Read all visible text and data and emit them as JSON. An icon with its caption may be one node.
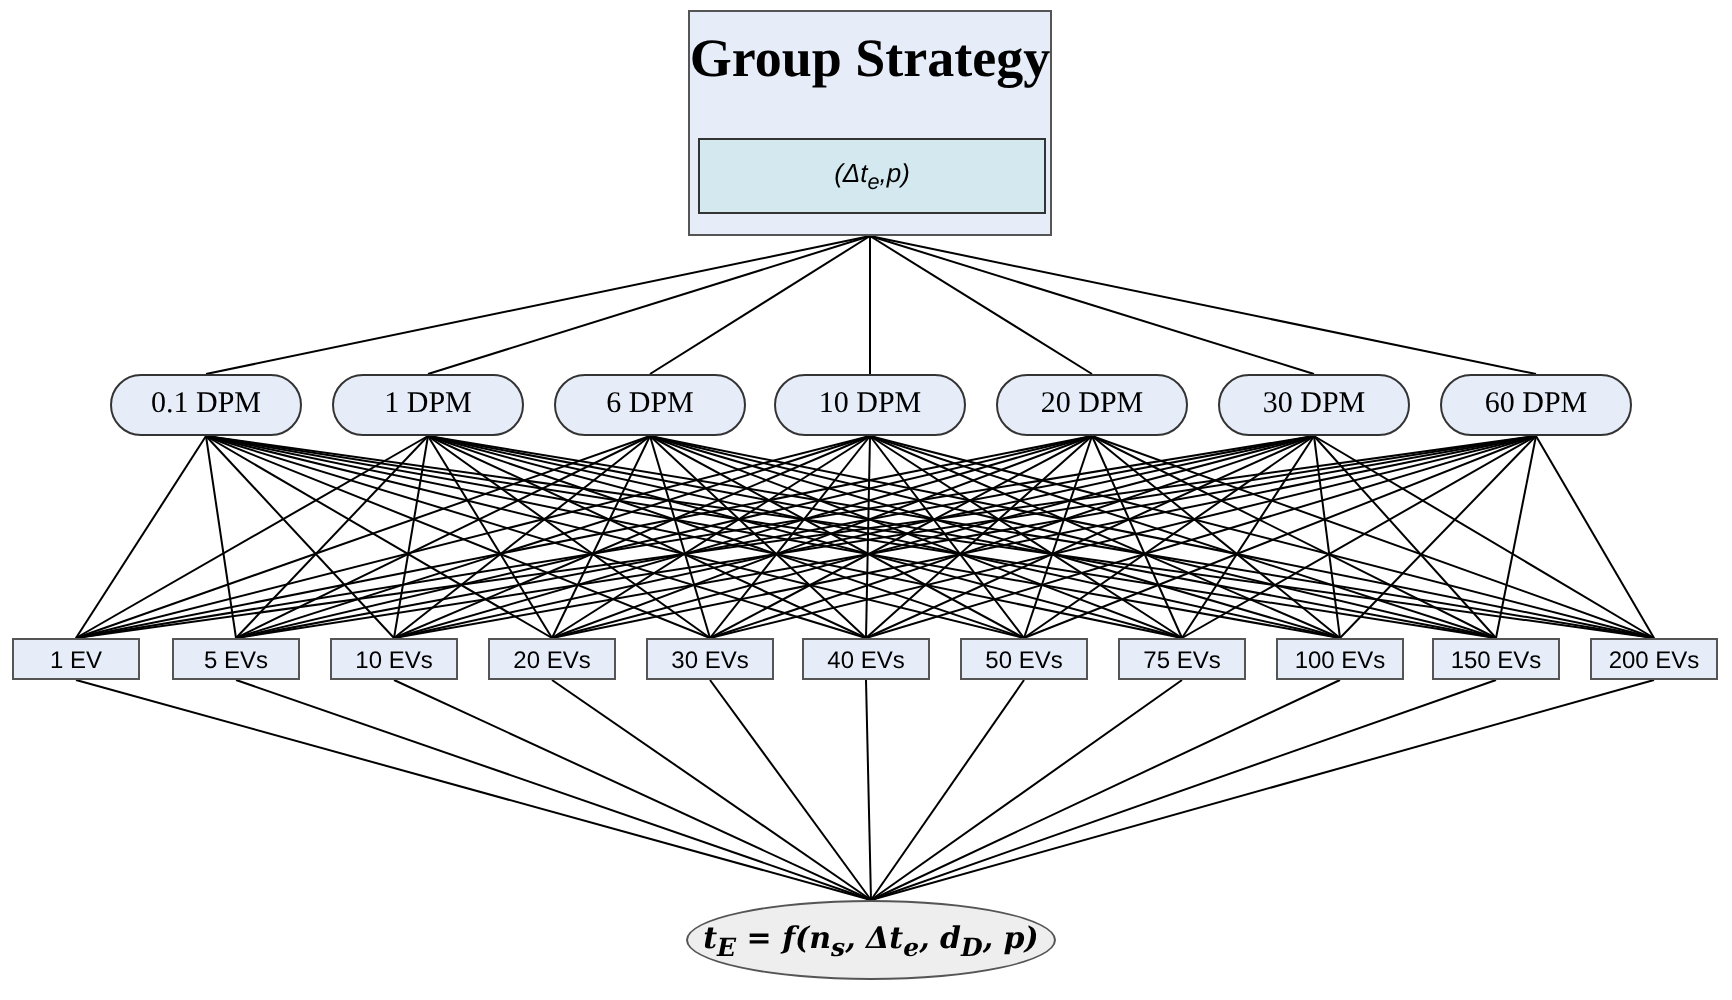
{
  "diagram": {
    "nodes": [
      {
        "text": [
          "Group Strategy"
        ]
      },
      {
        "text": [
          "(Δt$_{e}$,p)"
        ],
        "in": 0
      },
      {
        "text": [
          "0.1 DPM"
        ]
      },
      {
        "text": [
          "1 DPM"
        ]
      },
      {
        "text": [
          "6 DPM"
        ]
      },
      {
        "text": [
          "10 DPM"
        ]
      },
      {
        "text": [
          "20 DPM"
        ]
      },
      {
        "text": [
          "30 DPM"
        ]
      },
      {
        "text": [
          "60 DPM"
        ]
      },
      {
        "text": [
          "1 EV"
        ]
      },
      {
        "text": [
          "5 EVs"
        ]
      },
      {
        "text": [
          "10 EVs"
        ]
      },
      {
        "text": [
          "20 EVs"
        ]
      },
      {
        "text": [
          "30 EVs"
        ]
      },
      {
        "text": [
          "40 EVs"
        ]
      },
      {
        "text": [
          "50 EVs"
        ]
      },
      {
        "text": [
          "75 EVs"
        ]
      },
      {
        "text": [
          "100 EVs"
        ]
      },
      {
        "text": [
          "150 EVs"
        ]
      },
      {
        "text": [
          "200 EVs"
        ]
      },
      {
        "text": [
          "t$_{E}$ = f(n$_{s}$, Δt$_{e}$, d$_{D}$, p)"
        ]
      }
    ],
    "edges": [
      {
        "from": 0,
        "to": 2,
        "arrow": "none"
      },
      {
        "from": 0,
        "to": 3,
        "arrow": "none"
      },
      {
        "from": 0,
        "to": 4,
        "arrow": "none"
      },
      {
        "from": 0,
        "to": 5,
        "arrow": "none"
      },
      {
        "from": 0,
        "to": 6,
        "arrow": "none"
      },
      {
        "from": 0,
        "to": 7,
        "arrow": "none"
      },
      {
        "from": 0,
        "to": 8,
        "arrow": "none"
      },
      {
        "from": 2,
        "to": 9,
        "arrow": "none"
      },
      {
        "from": 2,
        "to": 10,
        "arrow": "none"
      },
      {
        "from": 2,
        "to": 11,
        "arrow": "none"
      },
      {
        "from": 2,
        "to": 12,
        "arrow": "none"
      },
      {
        "from": 2,
        "to": 13,
        "arrow": "none"
      },
      {
        "from": 2,
        "to": 14,
        "arrow": "none"
      },
      {
        "from": 2,
        "to": 15,
        "arrow": "none"
      },
      {
        "from": 2,
        "to": 16,
        "arrow": "none"
      },
      {
        "from": 2,
        "to": 17,
        "arrow": "none"
      },
      {
        "from": 2,
        "to": 18,
        "arrow": "none"
      },
      {
        "from": 2,
        "to": 19,
        "arrow": "none"
      },
      {
        "from": 3,
        "to": 9,
        "arrow": "none"
      },
      {
        "from": 3,
        "to": 10,
        "arrow": "none"
      },
      {
        "from": 3,
        "to": 11,
        "arrow": "none"
      },
      {
        "from": 3,
        "to": 12,
        "arrow": "none"
      },
      {
        "from": 3,
        "to": 13,
        "arrow": "none"
      },
      {
        "from": 3,
        "to": 14,
        "arrow": "none"
      },
      {
        "from": 3,
        "to": 15,
        "arrow": "none"
      },
      {
        "from": 3,
        "to": 16,
        "arrow": "none"
      },
      {
        "from": 3,
        "to": 17,
        "arrow": "none"
      },
      {
        "from": 3,
        "to": 18,
        "arrow": "none"
      },
      {
        "from": 3,
        "to": 19,
        "arrow": "none"
      },
      {
        "from": 4,
        "to": 9,
        "arrow": "none"
      },
      {
        "from": 4,
        "to": 10,
        "arrow": "none"
      },
      {
        "from": 4,
        "to": 11,
        "arrow": "none"
      },
      {
        "from": 4,
        "to": 12,
        "arrow": "none"
      },
      {
        "from": 4,
        "to": 13,
        "arrow": "none"
      },
      {
        "from": 4,
        "to": 14,
        "arrow": "none"
      },
      {
        "from": 4,
        "to": 15,
        "arrow": "none"
      },
      {
        "from": 4,
        "to": 16,
        "arrow": "none"
      },
      {
        "from": 4,
        "to": 17,
        "arrow": "none"
      },
      {
        "from": 4,
        "to": 18,
        "arrow": "none"
      },
      {
        "from": 4,
        "to": 19,
        "arrow": "none"
      },
      {
        "from": 5,
        "to": 9,
        "arrow": "none"
      },
      {
        "from": 5,
        "to": 10,
        "arrow": "none"
      },
      {
        "from": 5,
        "to": 11,
        "arrow": "none"
      },
      {
        "from": 5,
        "to": 12,
        "arrow": "none"
      },
      {
        "from": 5,
        "to": 13,
        "arrow": "none"
      },
      {
        "from": 5,
        "to": 14,
        "arrow": "none"
      },
      {
        "from": 5,
        "to": 15,
        "arrow": "none"
      },
      {
        "from": 5,
        "to": 16,
        "arrow": "none"
      },
      {
        "from": 5,
        "to": 17,
        "arrow": "none"
      },
      {
        "from": 5,
        "to": 18,
        "arrow": "none"
      },
      {
        "from": 5,
        "to": 19,
        "arrow": "none"
      },
      {
        "from": 6,
        "to": 9,
        "arrow": "none"
      },
      {
        "from": 6,
        "to": 10,
        "arrow": "none"
      },
      {
        "from": 6,
        "to": 11,
        "arrow": "none"
      },
      {
        "from": 6,
        "to": 12,
        "arrow": "none"
      },
      {
        "from": 6,
        "to": 13,
        "arrow": "none"
      },
      {
        "from": 6,
        "to": 14,
        "arrow": "none"
      },
      {
        "from": 6,
        "to": 15,
        "arrow": "none"
      },
      {
        "from": 6,
        "to": 16,
        "arrow": "none"
      },
      {
        "from": 6,
        "to": 17,
        "arrow": "none"
      },
      {
        "from": 6,
        "to": 18,
        "arrow": "none"
      },
      {
        "from": 6,
        "to": 19,
        "arrow": "none"
      },
      {
        "from": 7,
        "to": 9,
        "arrow": "none"
      },
      {
        "from": 7,
        "to": 10,
        "arrow": "none"
      },
      {
        "from": 7,
        "to": 11,
        "arrow": "none"
      },
      {
        "from": 7,
        "to": 12,
        "arrow": "none"
      },
      {
        "from": 7,
        "to": 13,
        "arrow": "none"
      },
      {
        "from": 7,
        "to": 14,
        "arrow": "none"
      },
      {
        "from": 7,
        "to": 15,
        "arrow": "none"
      },
      {
        "from": 7,
        "to": 16,
        "arrow": "none"
      },
      {
        "from": 7,
        "to": 17,
        "arrow": "none"
      },
      {
        "from": 7,
        "to": 18,
        "arrow": "none"
      },
      {
        "from": 7,
        "to": 19,
        "arrow": "none"
      },
      {
        "from": 8,
        "to": 9,
        "arrow": "none"
      },
      {
        "from": 8,
        "to": 10,
        "arrow": "none"
      },
      {
        "from": 8,
        "to": 11,
        "arrow": "none"
      },
      {
        "from": 8,
        "to": 12,
        "arrow": "none"
      },
      {
        "from": 8,
        "to": 13,
        "arrow": "none"
      },
      {
        "from": 8,
        "to": 14,
        "arrow": "none"
      },
      {
        "from": 8,
        "to": 15,
        "arrow": "none"
      },
      {
        "from": 8,
        "to": 16,
        "arrow": "none"
      },
      {
        "from": 8,
        "to": 17,
        "arrow": "none"
      },
      {
        "from": 8,
        "to": 18,
        "arrow": "none"
      },
      {
        "from": 8,
        "to": 19,
        "arrow": "none"
      },
      {
        "from": 9,
        "to": 20,
        "arrow": "none"
      },
      {
        "from": 10,
        "to": 20,
        "arrow": "none"
      },
      {
        "from": 11,
        "to": 20,
        "arrow": "none"
      },
      {
        "from": 12,
        "to": 20,
        "arrow": "none"
      },
      {
        "from": 13,
        "to": 20,
        "arrow": "none"
      },
      {
        "from": 14,
        "to": 20,
        "arrow": "none"
      },
      {
        "from": 15,
        "to": 20,
        "arrow": "none"
      },
      {
        "from": 16,
        "to": 20,
        "arrow": "none"
      },
      {
        "from": 17,
        "to": 20,
        "arrow": "none"
      },
      {
        "from": 18,
        "to": 20,
        "arrow": "none"
      },
      {
        "from": 19,
        "to": 20,
        "arrow": "none"
      }
    ]
  }
}
